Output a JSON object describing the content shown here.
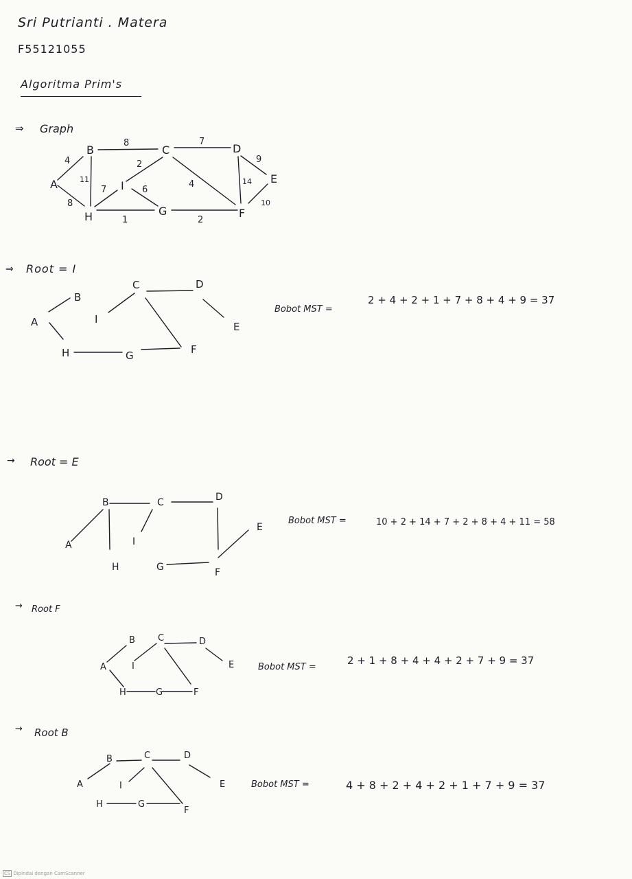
{
  "header": {
    "name": "Sri Putrianti . Matera",
    "nim": "F55121055",
    "title": "Algoritma Prim's"
  },
  "graph_section": {
    "label": "Graph",
    "nodes": {
      "A": "A",
      "B": "B",
      "C": "C",
      "D": "D",
      "E": "E",
      "F": "F",
      "G": "G",
      "H": "H",
      "I": "I"
    },
    "weights": {
      "AB": "4",
      "AH": "8",
      "BC": "8",
      "BH": "11",
      "CD": "7",
      "DE": "9",
      "EF": "10",
      "DF": "14",
      "CF": "4",
      "CI": "2",
      "HI": "7",
      "IG": "6",
      "HG": "1",
      "GF": "2"
    }
  },
  "trees": [
    {
      "label": "Root = I",
      "nodes": {
        "A": "A",
        "B": "B",
        "C": "C",
        "D": "D",
        "E": "E",
        "F": "F",
        "G": "G",
        "H": "H",
        "I": "I"
      },
      "mst_label": "Bobot MST =",
      "mst_expr": "2 + 4 + 2 + 1 + 7 + 8 + 4 + 9 = 37"
    },
    {
      "label": "Root = E",
      "nodes": {
        "A": "A",
        "B": "B",
        "C": "C",
        "D": "D",
        "E": "E",
        "F": "F",
        "G": "G",
        "H": "H",
        "I": "I"
      },
      "mst_label": "Bobot MST =",
      "mst_expr": "10 + 2 + 14 + 7 + 2 + 8 + 4 + 11 = 58"
    },
    {
      "label": "Root F",
      "nodes": {
        "A": "A",
        "B": "B",
        "C": "C",
        "D": "D",
        "E": "E",
        "F": "F",
        "G": "G",
        "H": "H",
        "I": "I"
      },
      "mst_label": "Bobot MST =",
      "mst_expr": "2 + 1 + 8 + 4 + 4 + 2 + 7 + 9 = 37"
    },
    {
      "label": "Root B",
      "nodes": {
        "A": "A",
        "B": "B",
        "C": "C",
        "D": "D",
        "E": "E",
        "F": "F",
        "G": "G",
        "H": "H",
        "I": "I"
      },
      "mst_label": "Bobot MST =",
      "mst_expr": "4 + 8 + 2 + 4 + 2 + 1 + 7 + 9 = 37"
    }
  ],
  "footer": {
    "scanner": "Dipindai dengan CamScanner"
  }
}
